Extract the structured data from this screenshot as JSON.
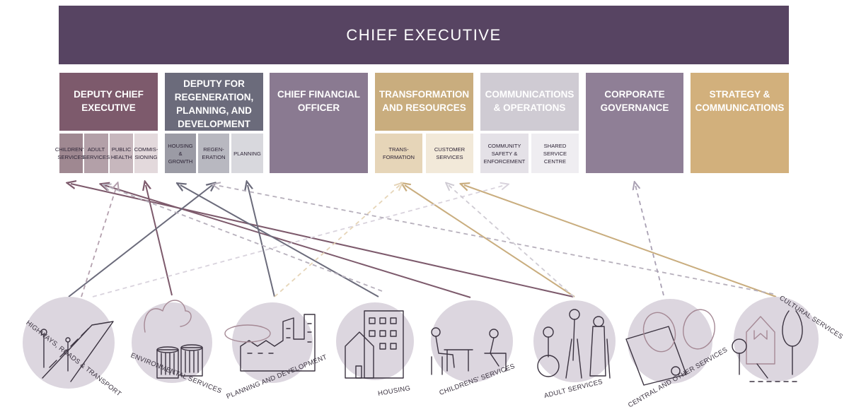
{
  "ceo": {
    "label": "CHIEF EXECUTIVE"
  },
  "departments": {
    "deputy_chief": {
      "label": "DEPUTY CHIEF EXECUTIVE",
      "subs": [
        "CHILDREN'S SERVICES",
        "ADULT SERVICES",
        "PUBLIC HEALTH",
        "COMMIS-SIONING"
      ]
    },
    "deputy_regen": {
      "label": "DEPUTY FOR REGENERATION, PLANNING, AND DEVELOPMENT",
      "subs": [
        "HOUSING & GROWTH",
        "REGEN-ERATION",
        "PLANNING"
      ]
    },
    "cfo": {
      "label": "CHIEF FINANCIAL OFFICER"
    },
    "transformation": {
      "label": "TRANSFORMATION AND RESOURCES",
      "subs": [
        "TRANS-FORMATION",
        "CUSTOMER SERVICES"
      ]
    },
    "comms_ops": {
      "label": "COMMUNICATIONS & OPERATIONS",
      "subs": [
        "COMMUNITY SAFETY & ENFORCEMENT",
        "SHARED SERVICE CENTRE"
      ]
    },
    "governance": {
      "label": "CORPORATE GOVERNANCE"
    },
    "strategy": {
      "label": "STRATEGY & COMMUNICATIONS"
    }
  },
  "services": [
    {
      "label": "HIGHWAYS, ROADS & TRANSPORT",
      "icon": "road-icon"
    },
    {
      "label": "ENVIRONMENTAL SERVICES",
      "icon": "bins-icon"
    },
    {
      "label": "PLANNING AND DEVELOPMENT",
      "icon": "city-icon"
    },
    {
      "label": "HOUSING",
      "icon": "houses-icon"
    },
    {
      "label": "CHILDRENS' SERVICES",
      "icon": "classroom-icon"
    },
    {
      "label": "ADULT SERVICES",
      "icon": "people-icon"
    },
    {
      "label": "CENTRAL AND OTHER SERVICES",
      "icon": "rings-icon"
    },
    {
      "label": "CULTURAL SERVICES",
      "icon": "park-icon"
    }
  ],
  "colors": {
    "ceo": "#574462",
    "deputy_chief": "#7d5a6c",
    "deputy_regen": "#6b6b7b",
    "cfo": "#8a7a91",
    "transformation": "#c9ad7e",
    "comms_ops": "#cfcbd3",
    "governance": "#8f7f96",
    "strategy": "#d2b07c",
    "circle": "#dcd6df"
  }
}
